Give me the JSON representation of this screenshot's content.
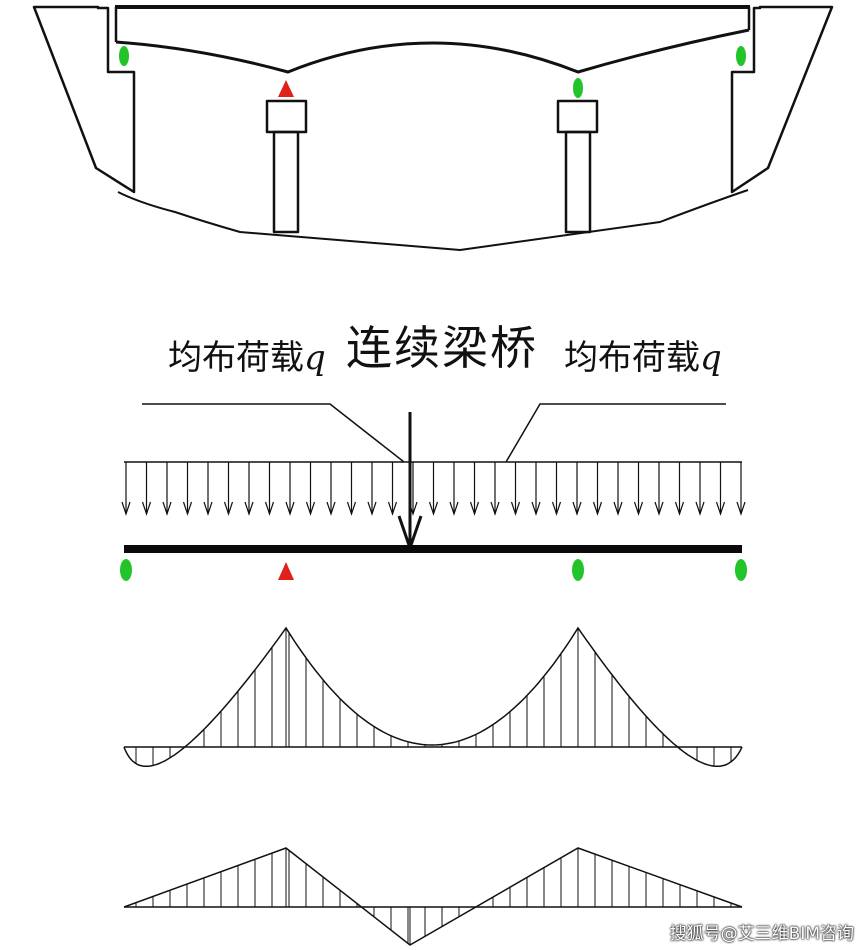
{
  "title": "连续梁桥",
  "load_label_left": "均布荷载",
  "load_label_right": "均布荷载",
  "load_symbol": "q",
  "watermark": "搜狐号@艾三维BIM咨询",
  "colors": {
    "fixed_support": "#e0201b",
    "roller_support": "#22c42a",
    "line": "#111111"
  },
  "supports": [
    "roller",
    "fixed",
    "roller",
    "roller"
  ]
}
